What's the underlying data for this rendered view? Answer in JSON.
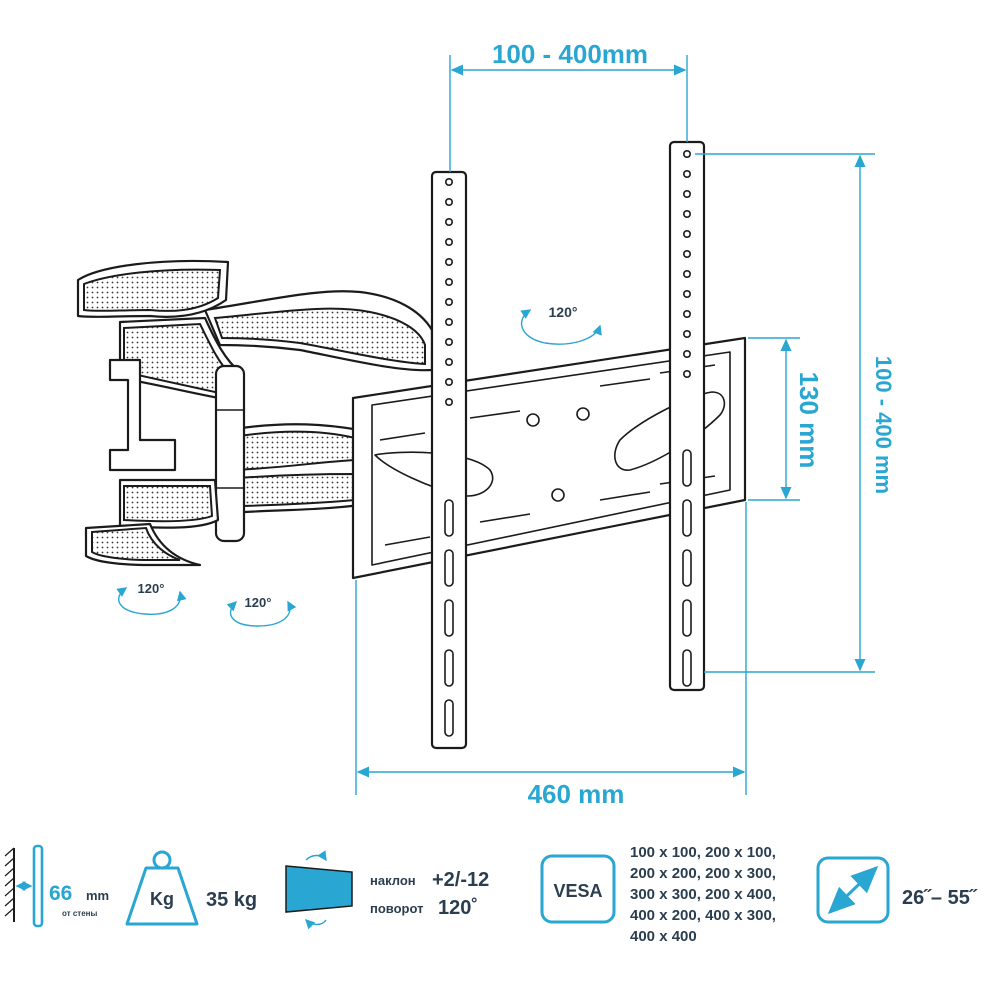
{
  "dimensions": {
    "top_width": "100 - 400mm",
    "right_height": "100 - 400 mm",
    "inner_height": "130 mm",
    "bottom_width": "460 mm"
  },
  "rotation_labels": {
    "top": "120°",
    "left": "120°",
    "bottom": "120°"
  },
  "specs": {
    "wall_distance_value": "66",
    "wall_distance_unit": "mm",
    "wall_distance_caption": "от стены",
    "weight_icon_label": "Kg",
    "weight_value": "35 kg",
    "tilt_label": "наклон",
    "tilt_value": "+2/-12",
    "swivel_label": "поворот",
    "swivel_value": "120˚",
    "vesa_icon_label": "VESA",
    "vesa_lines": [
      "100 x 100, 200 x 100,",
      "200 x 200, 200 x 300,",
      "300 x 300, 200 x 400,",
      "400 x 200, 400 x 300,",
      "400 x 400"
    ],
    "screen_size": "26˝– 55˝"
  },
  "colors": {
    "accent": "#29a6d1",
    "ink": "#1b1b1b"
  }
}
